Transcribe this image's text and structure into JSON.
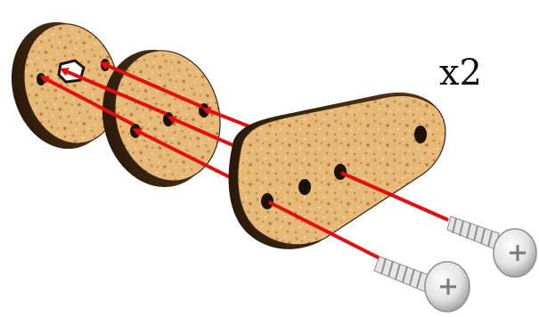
{
  "diagram": {
    "quantity_label": "x2",
    "colors": {
      "wood": "#e7b978",
      "wood_speck": "#b47c3c",
      "wood_edge": "#3a2410",
      "hole": "#1c1108",
      "arrow": "#e01010",
      "screw_metal": "#e9e9e9",
      "screw_shadow": "#8f8f8f"
    },
    "parts": [
      "small-round-disc",
      "medium-round-disc",
      "teardrop-plate",
      "screw",
      "screw"
    ]
  }
}
